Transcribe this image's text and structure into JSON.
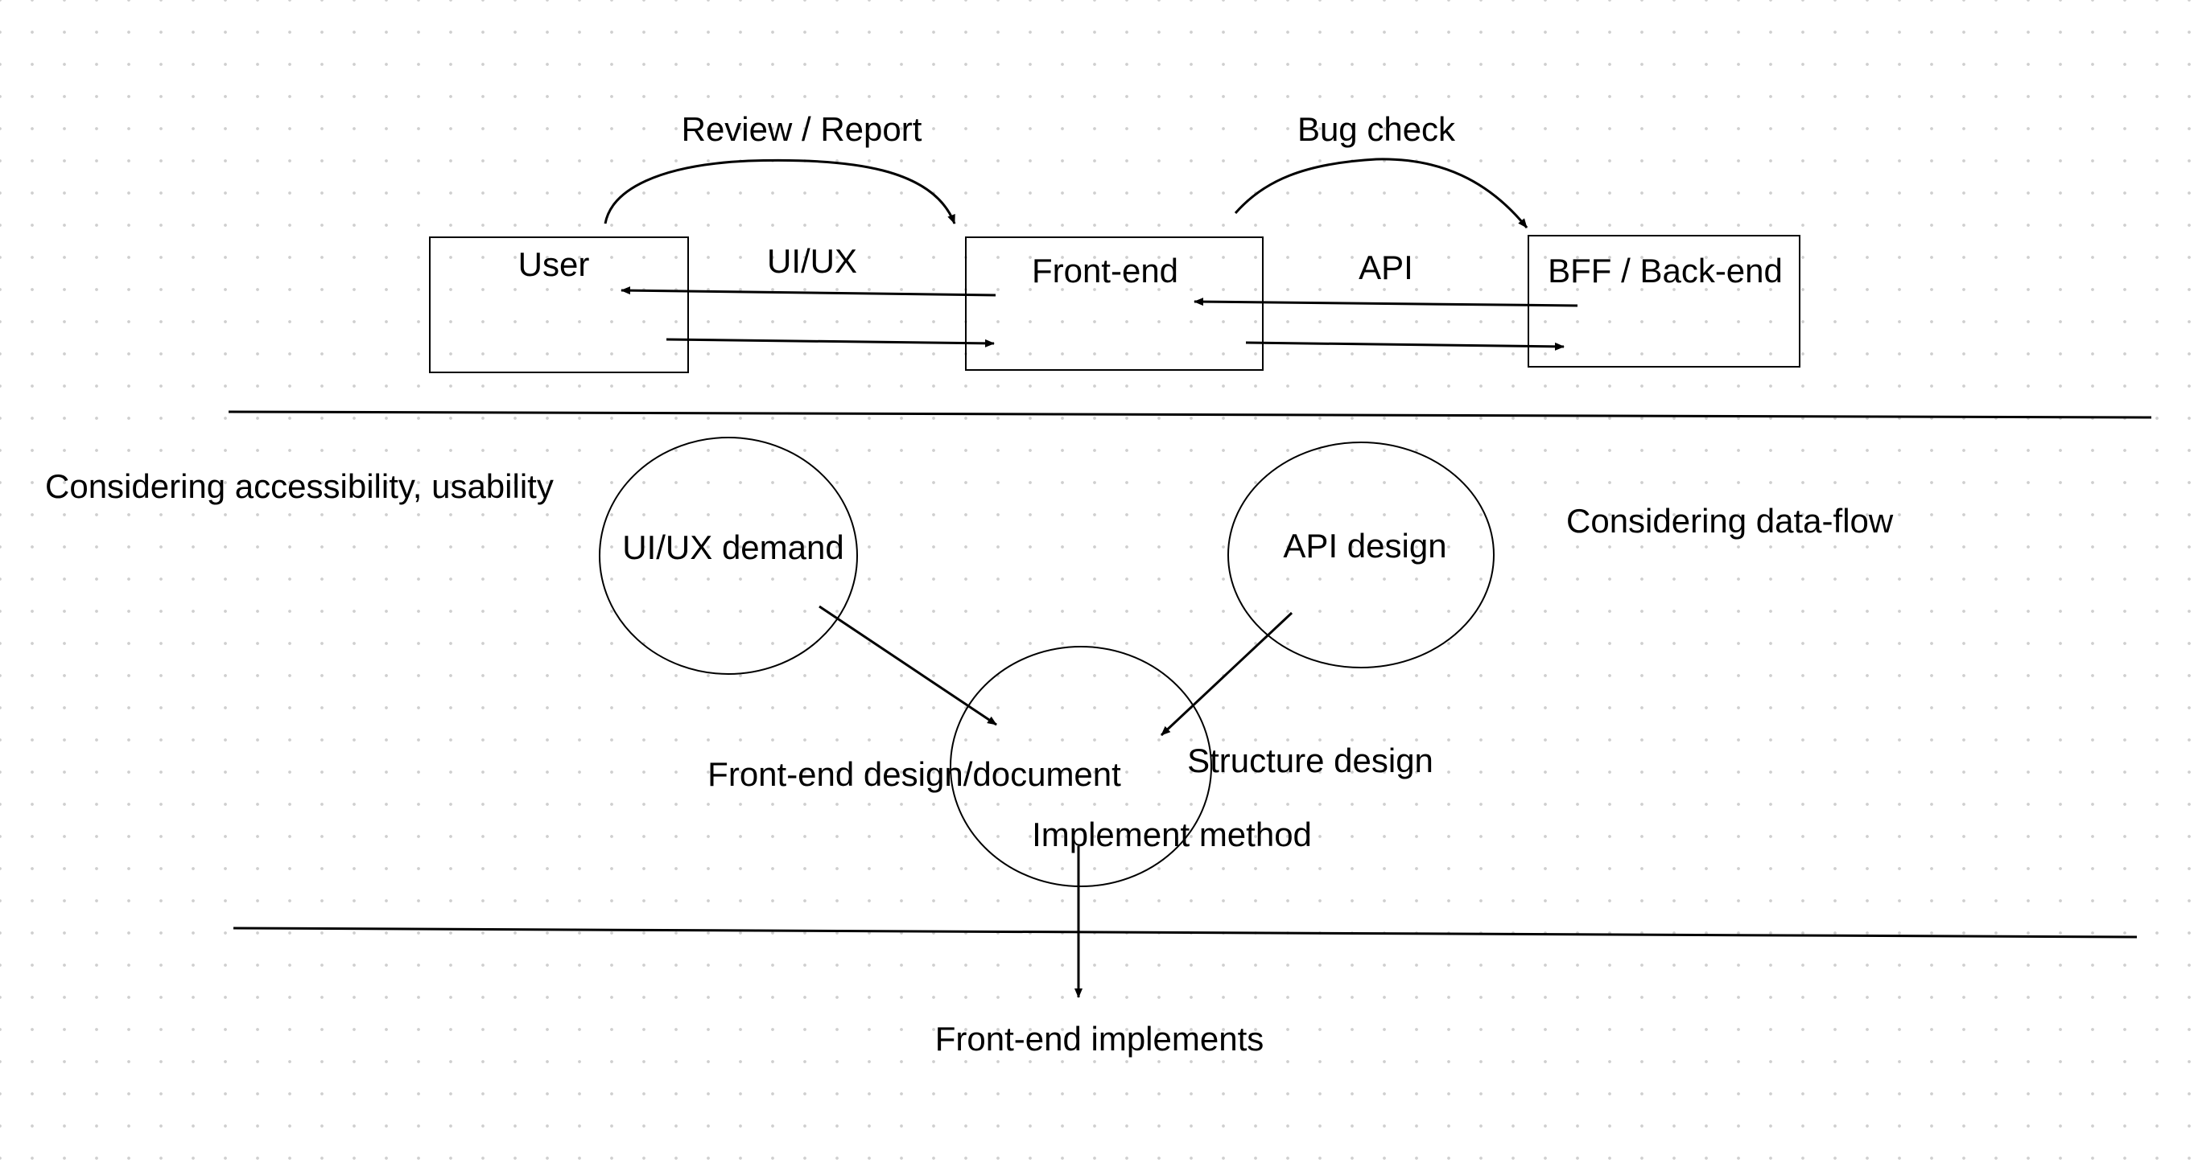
{
  "nodes": {
    "user": "User",
    "frontend": "Front-end",
    "backend": "BFF / Back-end",
    "uiux_demand": "UI/UX demand",
    "api_design": "API design"
  },
  "edge_labels": {
    "review_report": "Review / Report",
    "bug_check": "Bug check",
    "uiux": "UI/UX",
    "api": "API"
  },
  "annotations": {
    "accessibility": "Considering accessibility, usability",
    "data_flow": "Considering data-flow",
    "frontend_design": "Front-end design/document",
    "structure_design": "Structure design",
    "implement_method": "Implement method",
    "frontend_implements": "Front-end implements"
  }
}
